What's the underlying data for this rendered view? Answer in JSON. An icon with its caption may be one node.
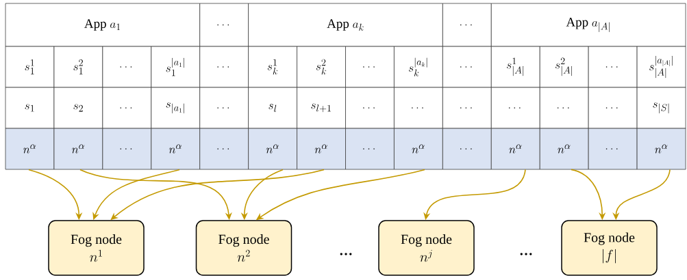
{
  "diagram": {
    "nodes": [
      {
        "text": [
          "\\text{App}\\ a_1"
        ]
      },
      {
        "text": [
          "\\dots"
        ]
      },
      {
        "text": [
          "\\text{App}\\ a_k"
        ]
      },
      {
        "text": [
          "\\dots"
        ]
      },
      {
        "text": [
          "\\text{App}\\ a_{|A|}"
        ]
      },
      {
        "text": [
          "s_1^1"
        ]
      },
      {
        "text": [
          "s_1^2"
        ]
      },
      {
        "text": [
          "\\dots"
        ]
      },
      {
        "text": [
          "s_1^{|a_1|}"
        ]
      },
      {
        "text": [
          "\\dots"
        ]
      },
      {
        "text": [
          "s_k^1"
        ]
      },
      {
        "text": [
          "s_k^2"
        ]
      },
      {
        "text": [
          "\\dots"
        ]
      },
      {
        "text": [
          "s_k^{|a_k|}"
        ]
      },
      {
        "text": [
          "\\dots"
        ]
      },
      {
        "text": [
          "s_{|A|}^1"
        ]
      },
      {
        "text": [
          "s_{|A|}^2"
        ]
      },
      {
        "text": [
          "\\dots"
        ]
      },
      {
        "text": [
          "s_{|A|}^{|a_{|A|}|}"
        ]
      },
      {
        "text": [
          "s_1"
        ]
      },
      {
        "text": [
          "s_2"
        ]
      },
      {
        "text": [
          "\\dots"
        ]
      },
      {
        "text": [
          "s_{|a_1|}"
        ]
      },
      {
        "text": [
          "\\dots"
        ]
      },
      {
        "text": [
          "s_l"
        ]
      },
      {
        "text": [
          "s_{l+1}"
        ]
      },
      {
        "text": [
          "\\dots"
        ]
      },
      {
        "text": [
          "\\dots"
        ]
      },
      {
        "text": [
          "\\dots"
        ]
      },
      {
        "text": [
          "\\dots"
        ]
      },
      {
        "text": [
          "\\dots"
        ]
      },
      {
        "text": [
          "\\dots"
        ]
      },
      {
        "text": [
          "s_{|S|}"
        ]
      },
      {
        "text": [
          "n^\\alpha"
        ]
      },
      {
        "text": [
          "n^\\alpha"
        ]
      },
      {
        "text": [
          "\\dots"
        ]
      },
      {
        "text": [
          "n^\\alpha"
        ]
      },
      {
        "text": [
          "\\dots"
        ]
      },
      {
        "text": [
          "n^\\alpha"
        ]
      },
      {
        "text": [
          "n^\\alpha"
        ]
      },
      {
        "text": [
          "\\dots"
        ]
      },
      {
        "text": [
          "n^\\alpha"
        ]
      },
      {
        "text": [
          "\\dots"
        ]
      },
      {
        "text": [
          "n^\\alpha"
        ]
      },
      {
        "text": [
          "n^\\alpha"
        ]
      },
      {
        "text": [
          "\\dots"
        ]
      },
      {
        "text": [
          "n^\\alpha"
        ]
      },
      {
        "text": [
          "Fog node",
          "n^1"
        ]
      },
      {
        "text": [
          "Fog node",
          "n^2"
        ]
      },
      {
        "text": [
          "Fog node",
          "n^j"
        ]
      },
      {
        "text": [
          "Fog node",
          "|f|"
        ]
      }
    ],
    "edges": [
      {
        "from": 33,
        "to": 47,
        "arrow": "to"
      },
      {
        "from": 34,
        "to": 48,
        "arrow": "to"
      },
      {
        "from": 36,
        "to": 47,
        "arrow": "to"
      },
      {
        "from": 38,
        "to": 48,
        "arrow": "to"
      },
      {
        "from": 39,
        "to": 47,
        "arrow": "to"
      },
      {
        "from": 41,
        "to": 48,
        "arrow": "to"
      },
      {
        "from": 43,
        "to": 49,
        "arrow": "to"
      },
      {
        "from": 44,
        "to": 50,
        "arrow": "to"
      },
      {
        "from": 46,
        "to": 50,
        "arrow": "to"
      }
    ],
    "labels": [
      "…",
      "…"
    ]
  }
}
